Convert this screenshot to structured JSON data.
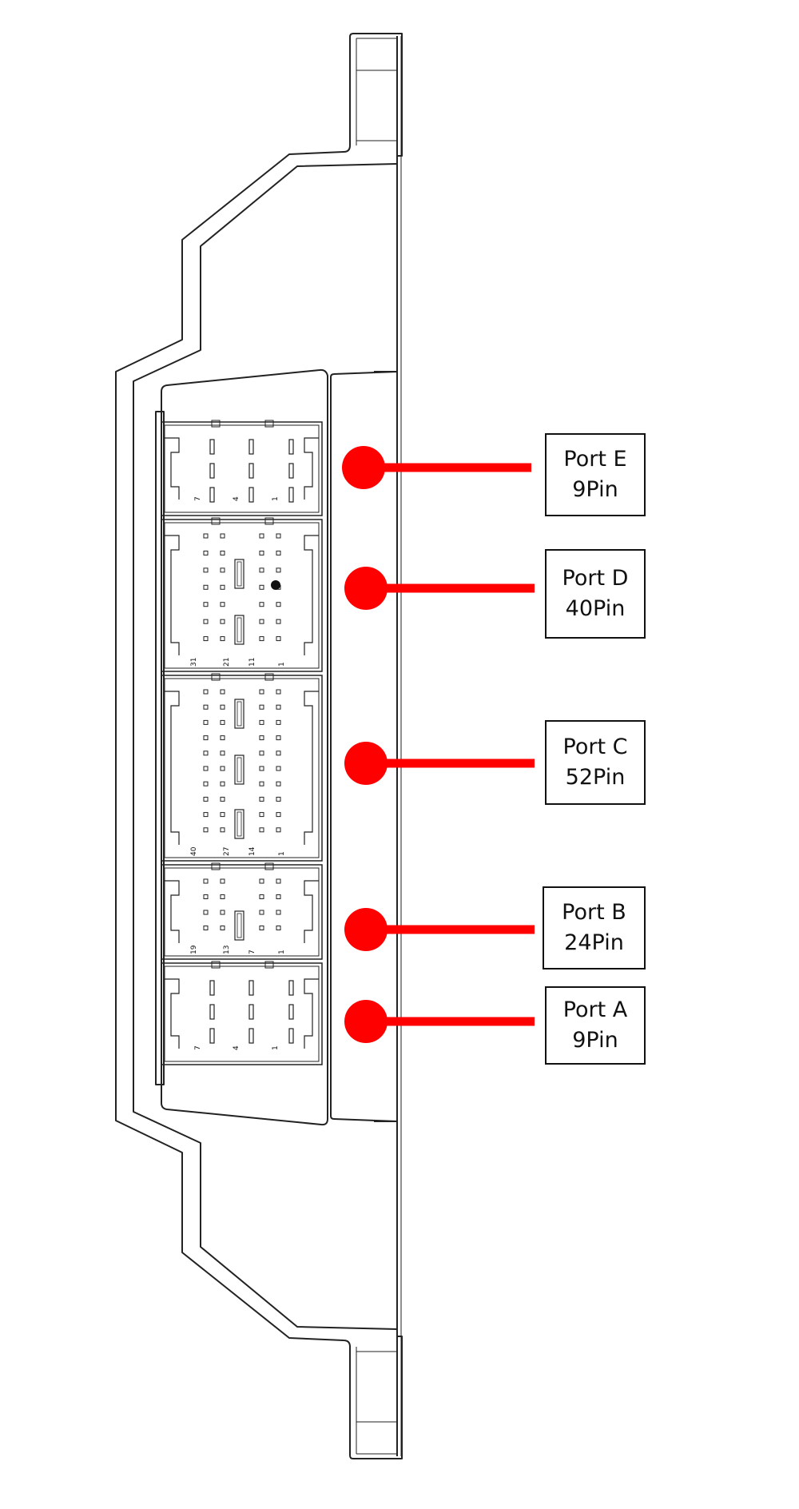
{
  "colors": {
    "accent": "#ff0000",
    "line": "#222222"
  },
  "ports": [
    {
      "id": "E",
      "name": "Port E",
      "pins": "9Pin"
    },
    {
      "id": "D",
      "name": "Port D",
      "pins": "40Pin"
    },
    {
      "id": "C",
      "name": "Port C",
      "pins": "52Pin"
    },
    {
      "id": "B",
      "name": "Port B",
      "pins": "24Pin"
    },
    {
      "id": "A",
      "name": "Port A",
      "pins": "9Pin"
    }
  ],
  "pin_numbers": {
    "port_e": [
      "7",
      "4",
      "1"
    ],
    "port_d": [
      "31",
      "21",
      "11",
      "1"
    ],
    "port_c": [
      "40",
      "27",
      "14",
      "1"
    ],
    "port_b": [
      "19",
      "13",
      "7",
      "1"
    ],
    "port_a": [
      "7",
      "4",
      "1"
    ]
  }
}
